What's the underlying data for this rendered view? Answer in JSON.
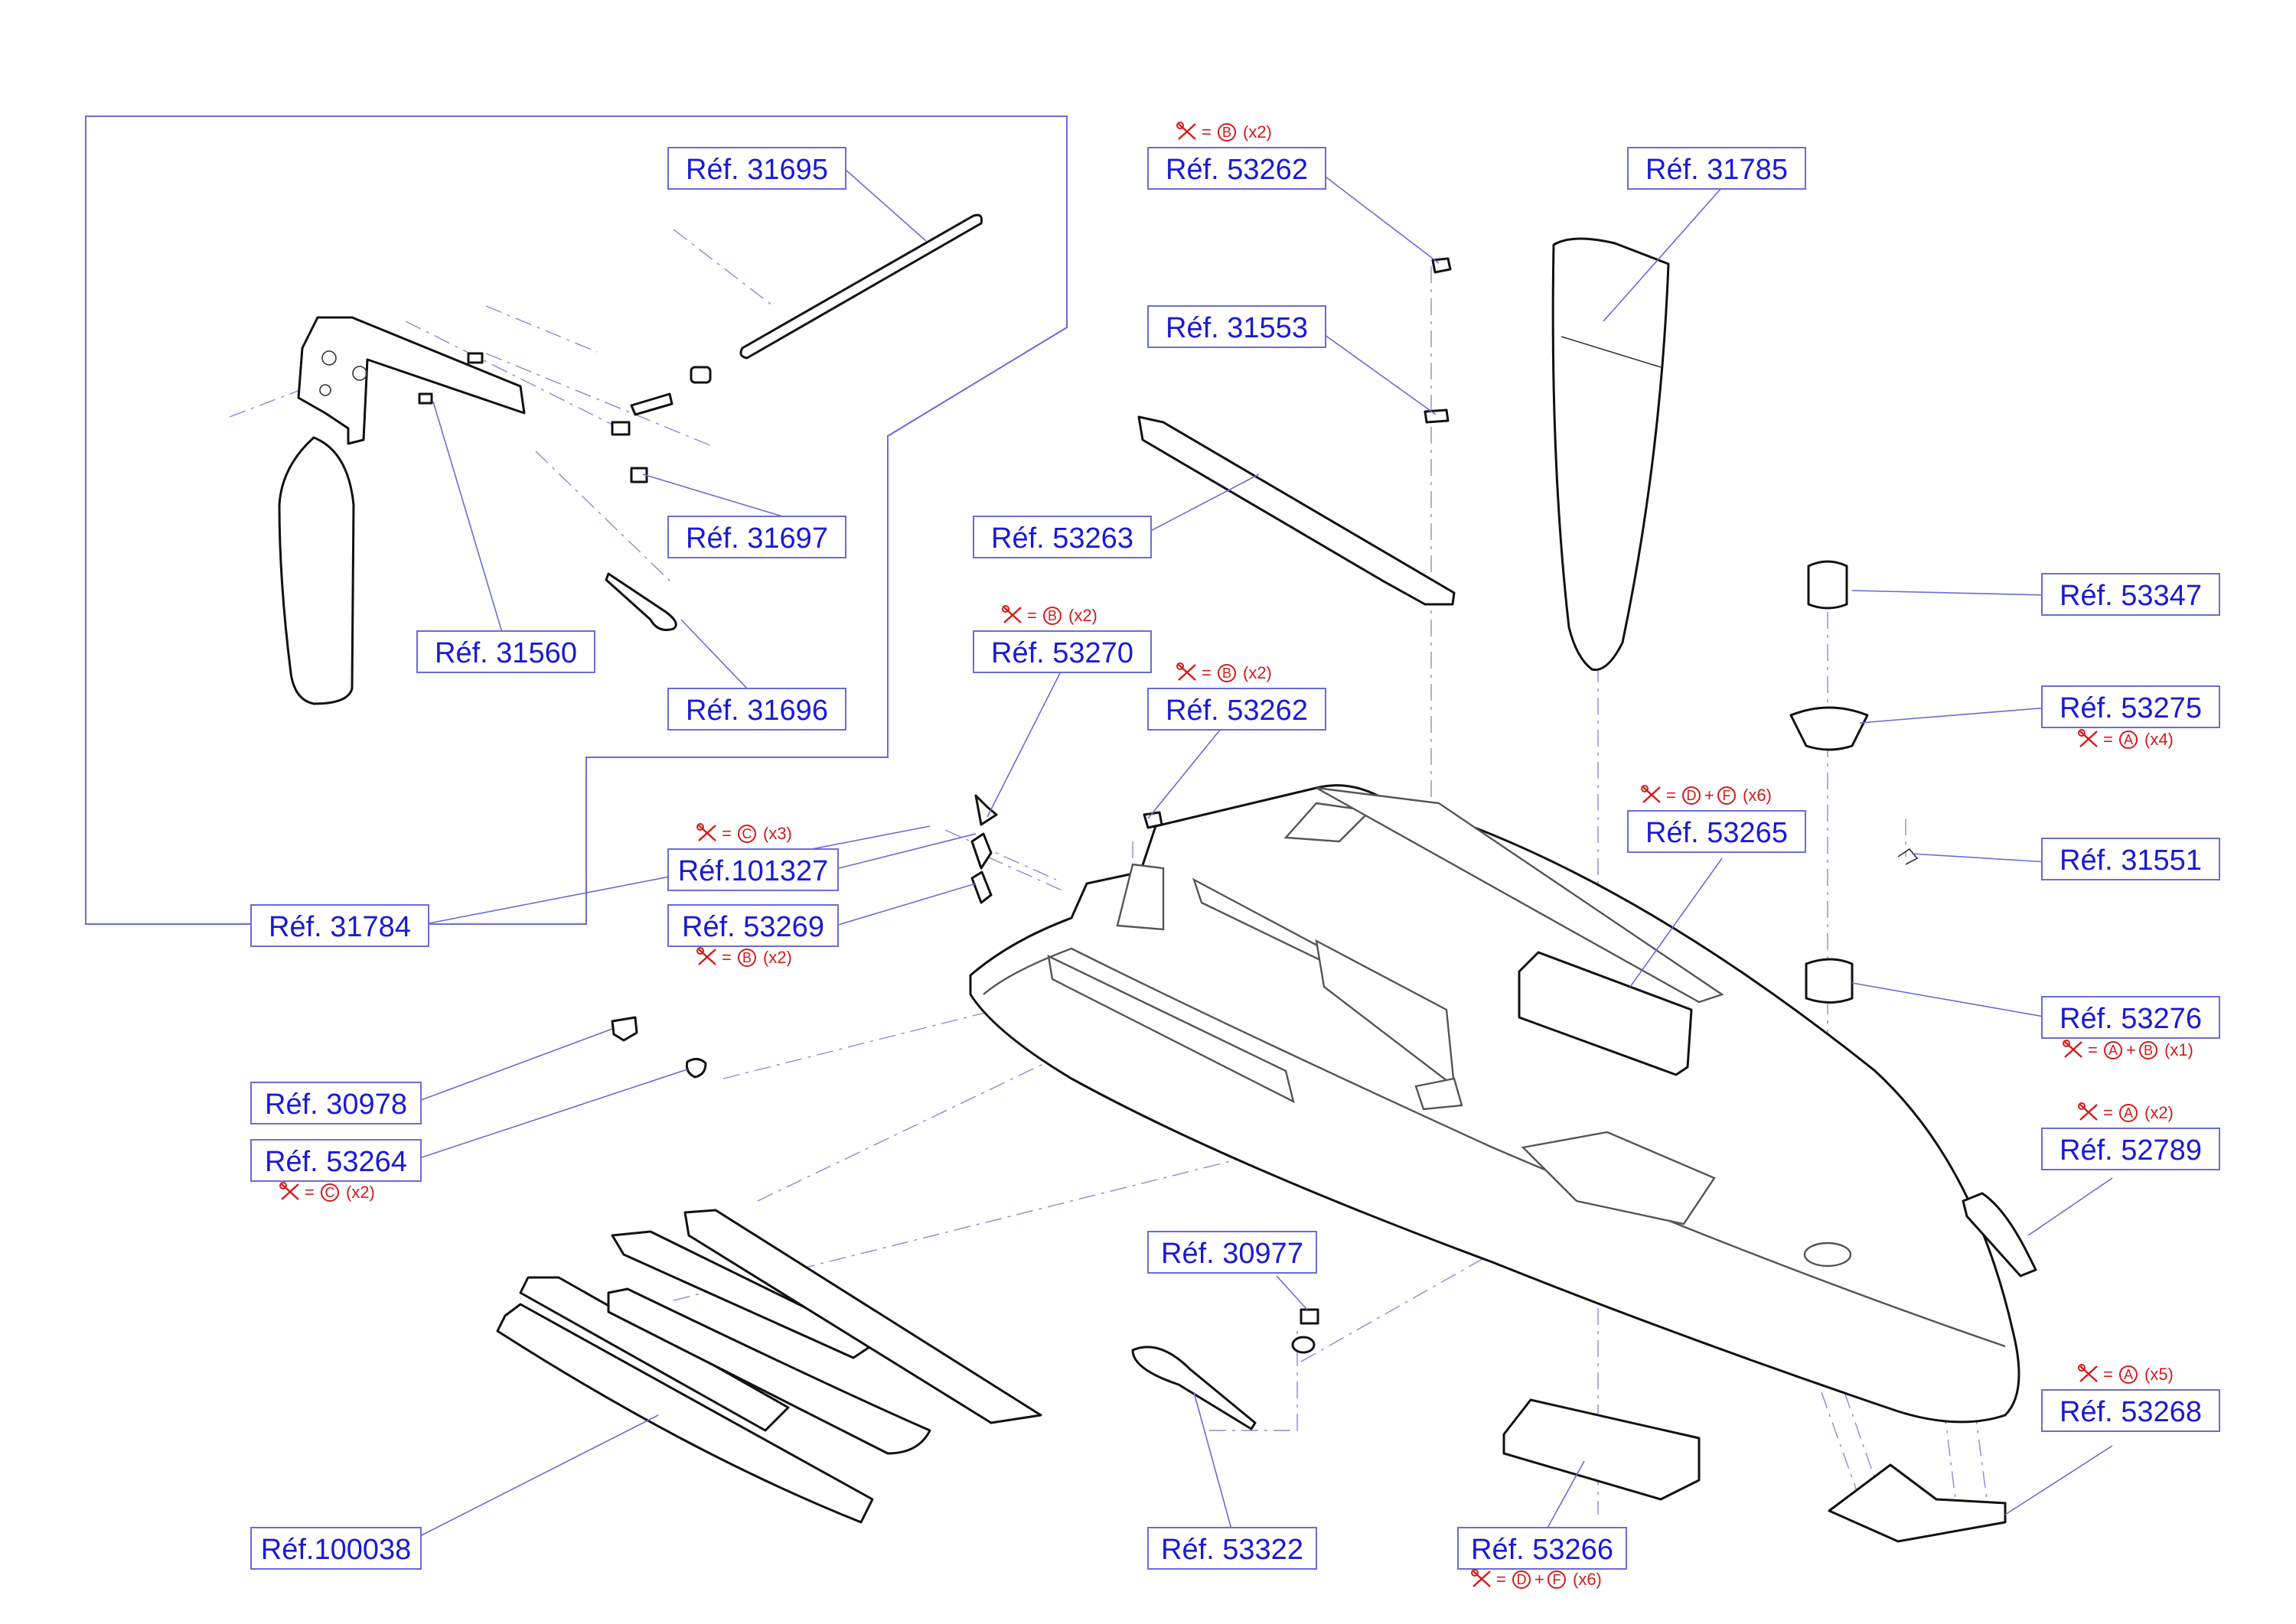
{
  "labels": {
    "r31695": "Réf. 31695",
    "r31697": "Réf. 31697",
    "r31560": "Réf. 31560",
    "r31696": "Réf. 31696",
    "r31784": "Réf. 31784",
    "r53262a": "Réf. 53262",
    "r31553": "Réf. 31553",
    "r53263": "Réf. 53263",
    "r53270": "Réf. 53270",
    "r53262b": "Réf. 53262",
    "r101327": "Réf.101327",
    "r53269": "Réf. 53269",
    "r30978": "Réf. 30978",
    "r53264": "Réf. 53264",
    "r100038": "Réf.100038",
    "r31785": "Réf. 31785",
    "r53265": "Réf. 53265",
    "r53347": "Réf. 53347",
    "r53275": "Réf. 53275",
    "r31551": "Réf. 31551",
    "r53276": "Réf. 53276",
    "r52789": "Réf. 52789",
    "r53268": "Réf. 53268",
    "r30977": "Réf. 30977",
    "r53322": "Réf. 53322",
    "r53266": "Réf. 53266"
  },
  "tools": {
    "t53262a": {
      "letters": [
        "B"
      ],
      "qty": "(x2)"
    },
    "t53270": {
      "letters": [
        "B"
      ],
      "qty": "(x2)"
    },
    "t53262b": {
      "letters": [
        "B"
      ],
      "qty": "(x2)"
    },
    "t101327": {
      "letters": [
        "C"
      ],
      "qty": "(x3)"
    },
    "t53269": {
      "letters": [
        "B"
      ],
      "qty": "(x2)"
    },
    "t53264": {
      "letters": [
        "C"
      ],
      "qty": "(x2)"
    },
    "t53265": {
      "letters": [
        "D",
        "F"
      ],
      "qty": "(x6)"
    },
    "t53275": {
      "letters": [
        "A"
      ],
      "qty": "(x4)"
    },
    "t53276": {
      "letters": [
        "A",
        "B"
      ],
      "qty": "(x1)"
    },
    "t52789": {
      "letters": [
        "A"
      ],
      "qty": "(x2)"
    },
    "t53268": {
      "letters": [
        "A"
      ],
      "qty": "(x5)"
    },
    "t53266": {
      "letters": [
        "D",
        "F"
      ],
      "qty": "(x6)"
    }
  },
  "tool_symbols": {
    "equals": "=",
    "plus": "+"
  },
  "colors": {
    "label_text": "#1a1ad6",
    "label_border": "#6b6bd6",
    "tool": "#d41a1a",
    "part_outline": "#111111"
  },
  "icons": {
    "tool": "wrench-screwdriver-icon"
  }
}
